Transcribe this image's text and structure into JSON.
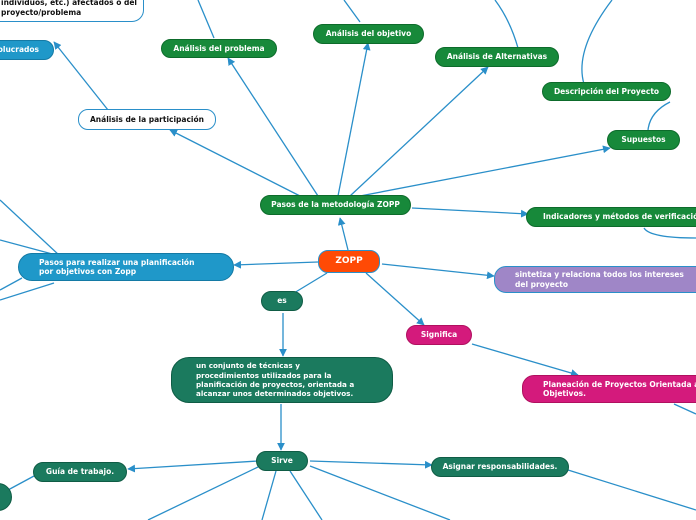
{
  "nodes": {
    "zopp": "ZOPP",
    "pasos": "Pasos de la metodología ZOPP",
    "pasos_realizar": "Pasos para realizar una planificación por objetivos con Zopp",
    "analisis_participacion": "Análisis de la participación",
    "analisis_problema": "Análisis del problema",
    "analisis_objetivo": "Análisis del objetivo",
    "analisis_alternativas": "Análisis de Alternativas",
    "descripcion_proyecto": "Descripción del Proyecto",
    "supuestos": "Supuestos",
    "indicadores": "Indicadores y métodos de verificación",
    "involucrados": "olucrados",
    "top_note": "individuos, etc.) afectados o del proyecto/problema",
    "sintetiza": "sintetiza y relaciona todos los intereses del proyecto",
    "es": "es",
    "significa": "Significa",
    "conjunto": "un conjunto de técnicas y procedimientos utilizados para la planificación de proyectos, orientada a alcanzar unos determinados objetivos.",
    "planeacion": "Planeación de Proyectos Orientada a Objetivos.",
    "sirve": "Sirve",
    "guia": "Guía de trabajo.",
    "asignar": "Asignar responsabilidades."
  },
  "colors": {
    "link": "#2a8fc9",
    "green": "#17893a",
    "teal": "#1b7a5e",
    "blue": "#1f98c9",
    "orange": "#ff4a05",
    "magenta": "#d41a7c",
    "lavender": "#9f86c7"
  }
}
